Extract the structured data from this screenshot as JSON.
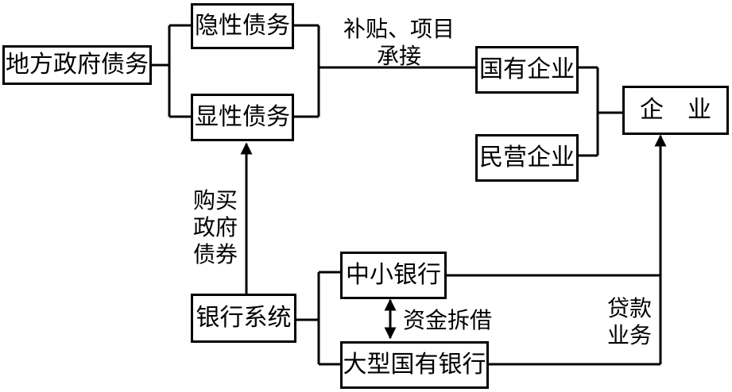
{
  "boxes": {
    "local_gov_debt": "地方政府债务",
    "implicit_debt": "隐性债务",
    "explicit_debt": "显性债务",
    "soe": "国有企业",
    "private_enterprise": "民营企业",
    "enterprise": "企业",
    "banking_system": "银行系统",
    "small_medium_banks": "中小银行",
    "large_state_banks": "大型国有银行"
  },
  "labels": {
    "subsidy_line1": "补贴、项目",
    "subsidy_line2": "承接",
    "buy_gov_bonds": [
      "购买",
      "政府",
      "债券"
    ],
    "fund_lending": "资金拆借",
    "loan_business": [
      "贷款",
      "业务"
    ]
  }
}
